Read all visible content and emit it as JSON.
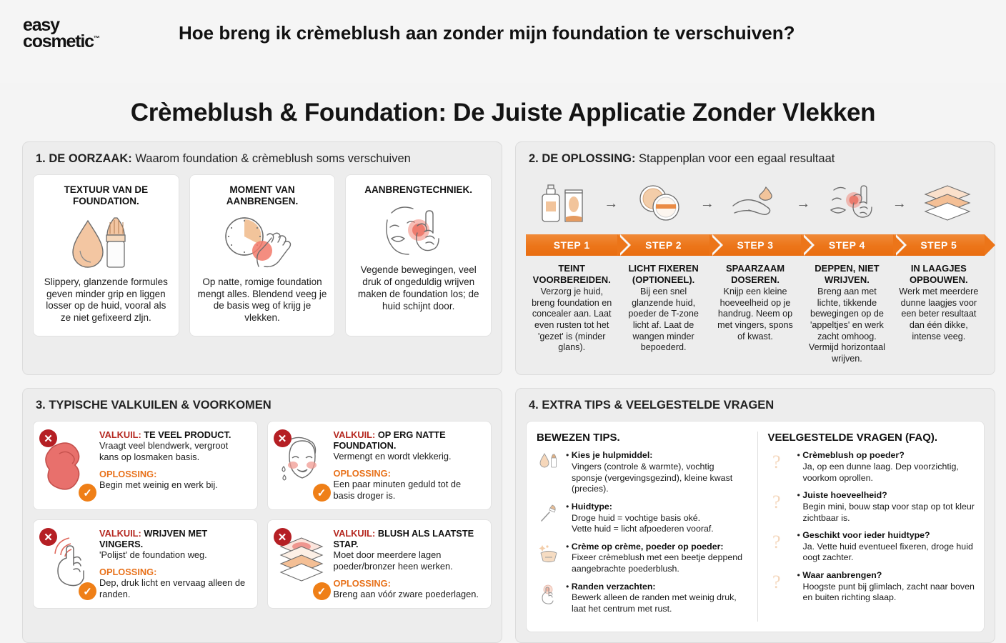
{
  "header": {
    "logo_line1": "easy",
    "logo_line2": "cosmetic",
    "logo_tm": "™",
    "question": "Hoe breng ik crèmeblush aan zonder mijn foundation te verschuiven?"
  },
  "main_title": "Crèmeblush & Foundation: De Juiste Applicatie Zonder Vlekken",
  "colors": {
    "orange": "#ec7519",
    "orange_light": "#f08a38",
    "red": "#b51f24",
    "label_red": "#b5271f",
    "label_orange": "#e8711a",
    "panel_bg": "#ededed",
    "page_bg": "#f4f4f4",
    "skin": "#f2c49b"
  },
  "section1": {
    "number": "1. DE OORZAAK:",
    "subtitle": " Waarom foundation & crèmeblush soms verschuiven",
    "cards": [
      {
        "title": "TEXTUUR VAN DE FOUNDATION.",
        "icon": "droplet-and-brush-icon",
        "text": "Slippery, glanzende formules geven minder grip en liggen losser op de huid, vooral als ze niet gefixeerd zljn."
      },
      {
        "title": "MOMENT VAN AANBRENGEN.",
        "icon": "clock-and-hand-icon",
        "text": "Op natte, romige foundation mengt alles. Blendend veeg je de basis weg of krijg je vlekken."
      },
      {
        "title": "AANBRENGTECHNIEK.",
        "icon": "face-finger-rub-icon",
        "text": "Vegende bewegingen, veel druk of ongeduldig wrijven maken de foundation los; de huid schijnt door."
      }
    ]
  },
  "section2": {
    "number": "2. DE OPLOSSING:",
    "subtitle": " Stappenplan voor een egaal resultaat",
    "arrow_glyph": "→",
    "steps": [
      {
        "badge": "STEP 1",
        "icon": "foundation-bottle-tube-icon",
        "title": "TEINT VOORBEREIDEN.",
        "text": "Verzorg je huid, breng foundation en concealer aan. Laat even rusten tot het 'gezet' is (minder glans)."
      },
      {
        "badge": "STEP 2",
        "icon": "powder-compact-icon",
        "title": "LICHT FIXEREN (OPTIONEEL).",
        "text": "Bij een snel glanzende huid, poeder de T-zone licht af. Laat de wangen minder bepoederd."
      },
      {
        "badge": "STEP 3",
        "icon": "hand-with-product-icon",
        "title": "SPAARZAAM DOSEREN.",
        "text": "Knijp een kleine hoeveelheid op je handrug. Neem op met vingers, spons of kwast."
      },
      {
        "badge": "STEP 4",
        "icon": "face-tapping-finger-icon",
        "title": "DEPPEN, NIET WRIJVEN.",
        "text": "Breng aan met lichte, tikkende bewegingen op de 'appeltjes' en werk zacht omhoog. Vermijd horizontaal wrijven."
      },
      {
        "badge": "STEP 5",
        "icon": "layers-stack-icon",
        "title": "IN LAAGJES OPBOUWEN.",
        "text": "Werk met meerdere dunne laagjes voor een beter resultaat dan één dikke, intense veeg."
      }
    ]
  },
  "section3": {
    "title": "3. TYPISCHE VALKUILEN & VOORKOMEN",
    "label_pitfall": "VALKUIL:",
    "label_solution": "OPLOSSING:",
    "x_glyph": "✕",
    "check_glyph": "✓",
    "items": [
      {
        "icon": "blob-too-much-product-icon",
        "pitfall_title": "TE VEEL PRODUCT.",
        "pitfall_text": "Vraagt veel blendwerk, vergroot kans op losmaken basis.",
        "solution_text": "Begin met weinig en werk bij."
      },
      {
        "icon": "wet-face-icon",
        "pitfall_title": "OP ERG NATTE FOUNDATION.",
        "pitfall_text": "Vermengt en wordt vlekkerig.",
        "solution_text": "Een paar minuten geduld tot de basis droger is."
      },
      {
        "icon": "rubbing-finger-icon",
        "pitfall_title": "WRIJVEN MET VINGERS.",
        "pitfall_text": "'Polijst' de foundation weg.",
        "solution_text": "Dep, druk licht en vervaag alleen de randen."
      },
      {
        "icon": "layers-blush-last-icon",
        "pitfall_title": "BLUSH ALS LAATSTE STAP.",
        "pitfall_text": "Moet door meerdere lagen poeder/bronzer heen werken.",
        "solution_text": "Breng aan vóór zware poederlagen."
      }
    ]
  },
  "section4": {
    "title": "4. EXTRA TIPS & VEELGESTELDE VRAGEN",
    "tips_heading": "BEWEZEN TIPS.",
    "faq_heading": "VEELGESTELDE VRAGEN (FAQ).",
    "bullet": "•",
    "tips": [
      {
        "icon": "droplet-brush-small-icon",
        "title": "Kies je hulpmiddel:",
        "text": "Vingers (controle & warmte), vochtig sponsje (vergevingsgezind), kleine kwast (precies)."
      },
      {
        "icon": "brush-small-icon",
        "title": "Huidtype:",
        "text": "Droge huid = vochtige basis oké.\nVette huid = licht afpoederen vooraf."
      },
      {
        "icon": "cream-jar-icon",
        "title": "Crème op crème, poeder op poeder:",
        "text": "Fixeer crèmeblush met een beetje deppend aangebrachte poederblush."
      },
      {
        "icon": "soft-edges-finger-icon",
        "title": "Randen verzachten:",
        "text": "Bewerk alleen de randen met weinig druk, laat het centrum met rust."
      }
    ],
    "faqs": [
      {
        "icon": "question-mark-icon",
        "question": "Crèmeblush op poeder?",
        "answer": "Ja, op een dunne laag. Dep voorzichtig, voorkom oprollen."
      },
      {
        "icon": "question-mark-icon",
        "question": "Juiste hoeveelheid?",
        "answer": "Begin mini, bouw stap voor stap op tot kleur zichtbaar is."
      },
      {
        "icon": "question-mark-icon",
        "question": "Geschikt voor ieder huidtype?",
        "answer": "Ja. Vette huid eventueel fixeren, droge huid oogt zachter."
      },
      {
        "icon": "question-mark-icon",
        "question": "Waar aanbrengen?",
        "answer": "Hoogste punt bij glimlach, zacht naar boven en buiten richting slaap."
      }
    ]
  }
}
